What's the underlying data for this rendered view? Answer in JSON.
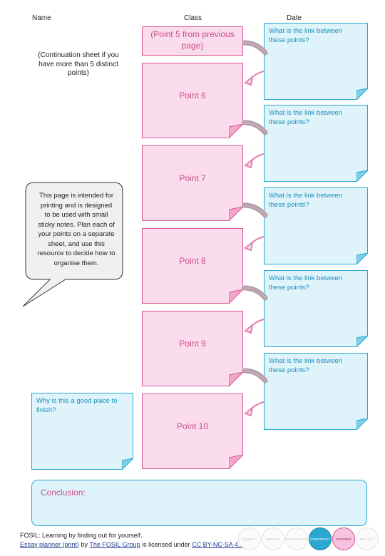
{
  "header": {
    "name": "Name",
    "class": "Class",
    "date": "Date"
  },
  "continuation_note": "(Continuation sheet if you have more than 5 distinct points)",
  "pink_notes": [
    {
      "label": "(Point 5 from previous page)"
    },
    {
      "label": "Point 6"
    },
    {
      "label": "Point 7"
    },
    {
      "label": "Point 8"
    },
    {
      "label": "Point 9"
    },
    {
      "label": "Point 10"
    }
  ],
  "link_question": "What is the link between these points?",
  "speech_bubble": "This page is intended for printing and is designed to be used with small sticky notes. Plan each of your points on a separate sheet, and use this resource to decide how to organise them.",
  "finish_question": "Why is this a good place to finish?",
  "conclusion_label": "Conclusion:",
  "footer": {
    "line1": "FOSIL: Learning by finding out for yourself.",
    "link1": "Essay planner (print)",
    "by": " by ",
    "link2": "The FOSIL Group",
    "licensed": " is licensed under ",
    "link3": "CC BY-NC-SA 4.0"
  },
  "fosil_stages": [
    "CONNECT",
    "WONDER",
    "INVESTIGATE",
    "CONSTRUCT",
    "EXPRESS",
    "REFLECT"
  ],
  "colors": {
    "pink_fill": "#fadcec",
    "pink_border": "#d9579a",
    "blue_fill": "#dff3fb",
    "blue_border": "#2aa8cf"
  }
}
